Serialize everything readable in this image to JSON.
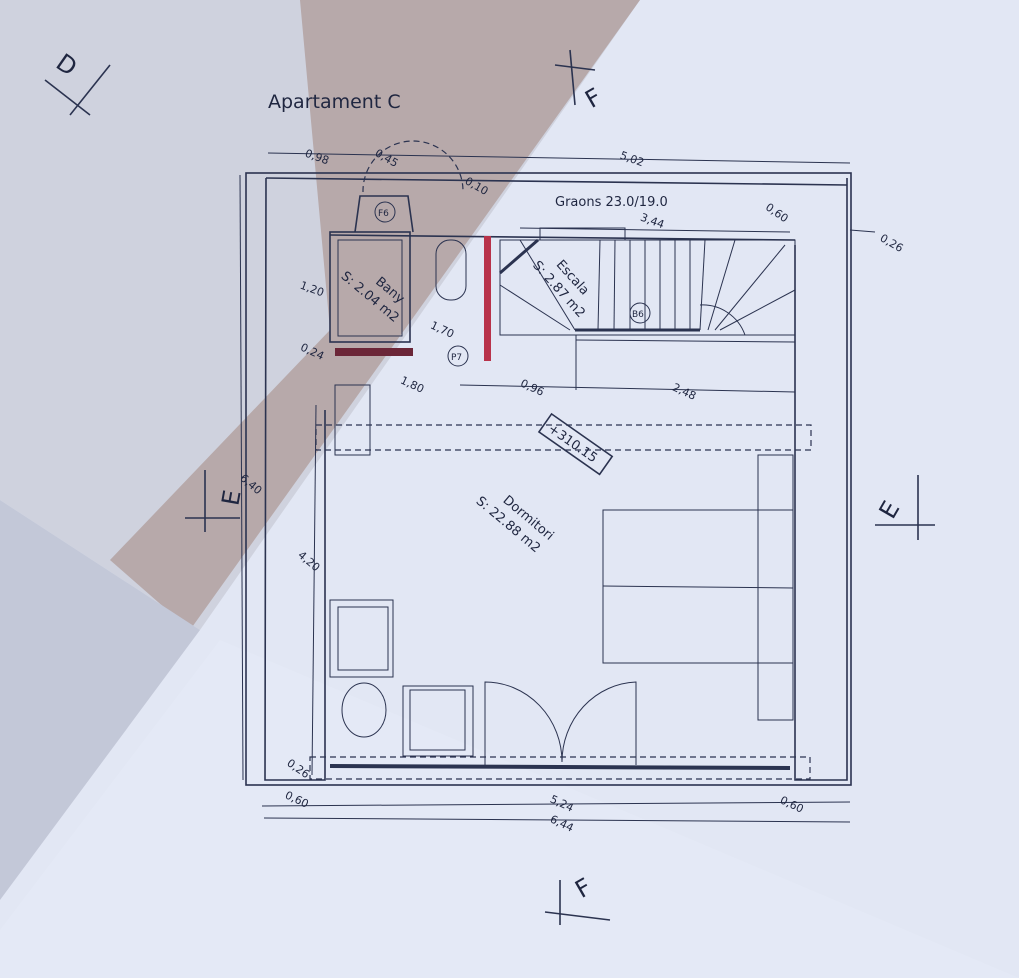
{
  "title": "Apartament C",
  "sections": {
    "d": "D",
    "e_left": "E",
    "e_right": "E",
    "f_top": "F",
    "f_bottom": "F"
  },
  "stairs_note": "Graons 23.0/19.0",
  "rooms": {
    "bany": {
      "name": "Bany",
      "area": "S: 2.04 m2"
    },
    "escala": {
      "name": "Escala",
      "area": "S: 2.87 m2"
    },
    "dormitori": {
      "name": "Dormitori",
      "area": "S: 22.88 m2"
    }
  },
  "level": "+310.15",
  "tags": {
    "f6": "F6",
    "p7": "P7",
    "b6": "B6"
  },
  "dimensions": {
    "d098": "0,98",
    "d045": "0,45",
    "d010": "0,10",
    "d502": "5,02",
    "d060_top": "0,60",
    "d344": "3,44",
    "d026_right": "0,26",
    "d120": "1,20",
    "d170": "1,70",
    "d024": "0,24",
    "d180": "1,80",
    "d096": "0,96",
    "d248": "2,48",
    "d640": "6,40",
    "d420": "4,20",
    "d026_bottom": "0,26",
    "d060_bl": "0,60",
    "d524": "5,24",
    "d060_br": "0,60",
    "d644": "6,44"
  },
  "colors": {
    "paper": "#dfe4f2",
    "shadow": "#b7a9aa",
    "ink": "#2b3350",
    "red": "#b8324a"
  }
}
